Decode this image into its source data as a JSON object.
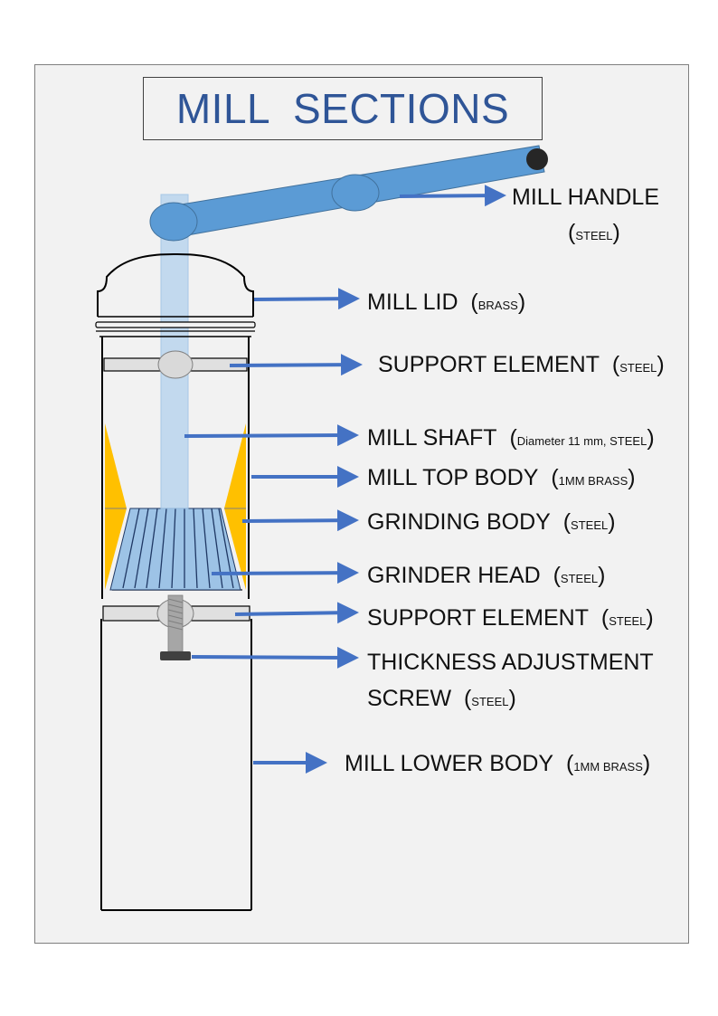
{
  "title": "MILL  SECTIONS",
  "labels": [
    {
      "name": "mill-handle",
      "part": "MILL HANDLE",
      "material": "STEEL"
    },
    {
      "name": "mill-lid",
      "part": "MILL LID",
      "material": "BRASS"
    },
    {
      "name": "support-element-top",
      "part": "SUPPORT ELEMENT",
      "material": "STEEL"
    },
    {
      "name": "mill-shaft",
      "part": "MILL SHAFT",
      "material": "Diameter 11 mm, STEEL"
    },
    {
      "name": "mill-top-body",
      "part": "MILL TOP BODY",
      "material": "1MM BRASS"
    },
    {
      "name": "grinding-body",
      "part": "GRINDING BODY",
      "material": "STEEL"
    },
    {
      "name": "grinder-head",
      "part": "GRINDER HEAD",
      "material": "STEEL"
    },
    {
      "name": "support-element-bottom",
      "part": "SUPPORT ELEMENT",
      "material": "STEEL"
    },
    {
      "name": "thickness-adjustment-screw",
      "part": "THICKNESS ADJUSTMENT",
      "part_line2": "SCREW",
      "material": "STEEL"
    },
    {
      "name": "mill-lower-body",
      "part": "MILL LOWER BODY",
      "material": "1MM BRASS"
    }
  ],
  "colors": {
    "title": "#2f5597",
    "arrow": "#4472c4",
    "handle": "#5b9bd5",
    "shaft": "#bdd7ee",
    "grinding_body": "#ffc000",
    "grinder_head": "#9dc3e6",
    "support": "#d9d9d9"
  }
}
